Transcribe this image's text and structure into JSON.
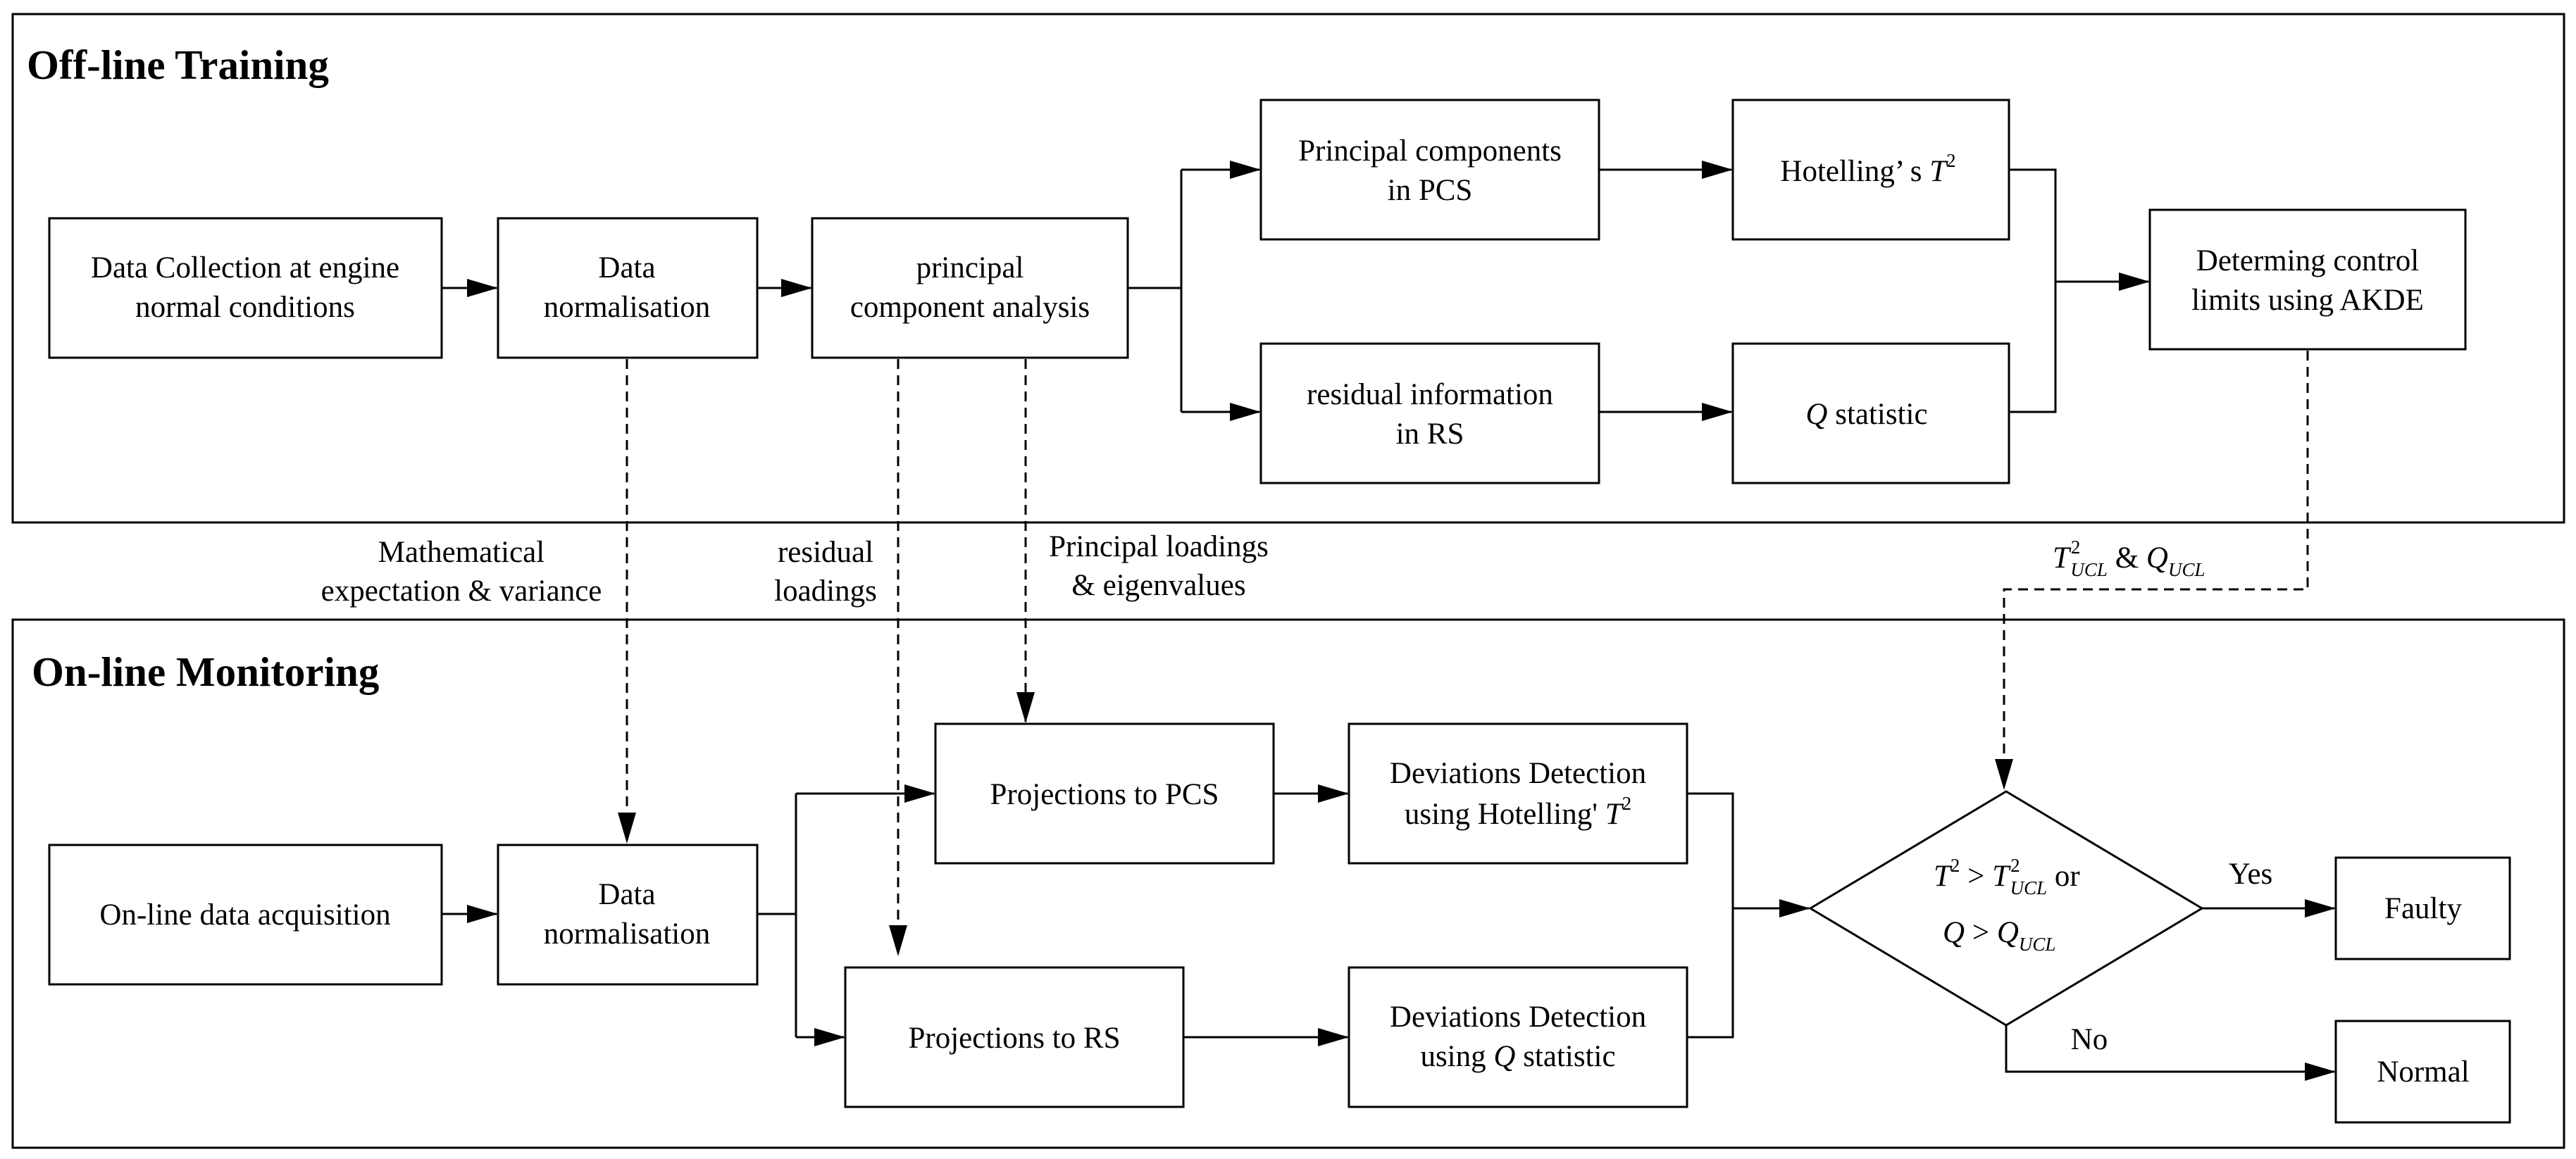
{
  "sections": {
    "offline_title": "Off-line Training",
    "online_title": "On-line Monitoring"
  },
  "offline": {
    "data_collection": [
      "Data Collection at engine",
      "normal  conditions"
    ],
    "normalisation": [
      "Data",
      "normalisation"
    ],
    "pca": [
      "principal",
      "component analysis"
    ],
    "principal_components": [
      "Principal components",
      "in PCS"
    ],
    "residual_information": [
      "residual information",
      "in RS"
    ],
    "hotelling": {
      "text": "Hotelling’ s ",
      "symbol": "T",
      "power": "2"
    },
    "q_statistic": {
      "symbol": "Q",
      "text": " statistic"
    },
    "control_limits": [
      "Determing control",
      "limits using AKDE"
    ]
  },
  "links": {
    "expectation": [
      "Mathematical",
      "expectation & variance"
    ],
    "residual_loadings": [
      "residual",
      "loadings"
    ],
    "principal_loadings": [
      "Principal loadings",
      "& eigenvalues"
    ],
    "limits_label": {
      "t": "T",
      "t_power": "2",
      "t_sub": "UCL",
      "and": " & ",
      "q": "Q",
      "q_sub": "UCL"
    }
  },
  "online": {
    "acquisition": "On-line data acquisition",
    "normalisation": [
      "Data",
      "normalisation"
    ],
    "projections_pcs": "Projections to PCS",
    "projections_rs": "Projections to RS",
    "deviation_hotelling": {
      "line1": "Deviations Detection",
      "line2_text": "using Hotelling' ",
      "symbol": "T",
      "power": "2"
    },
    "deviation_q": {
      "line1": "Deviations Detection",
      "line2_pre": "using ",
      "symbol": "Q",
      "line2_post": " statistic"
    },
    "decision": {
      "t": "T",
      "t_power": "2",
      "gt1": " > ",
      "t_ucl": "T",
      "t_ucl_power": "2",
      "t_ucl_sub": "UCL",
      "or": " or",
      "q": "Q",
      "gt2": " > ",
      "q_ucl": "Q",
      "q_ucl_sub": "UCL"
    },
    "yes_label": "Yes",
    "no_label": "No",
    "faulty": "Faulty",
    "normal": "Normal"
  }
}
